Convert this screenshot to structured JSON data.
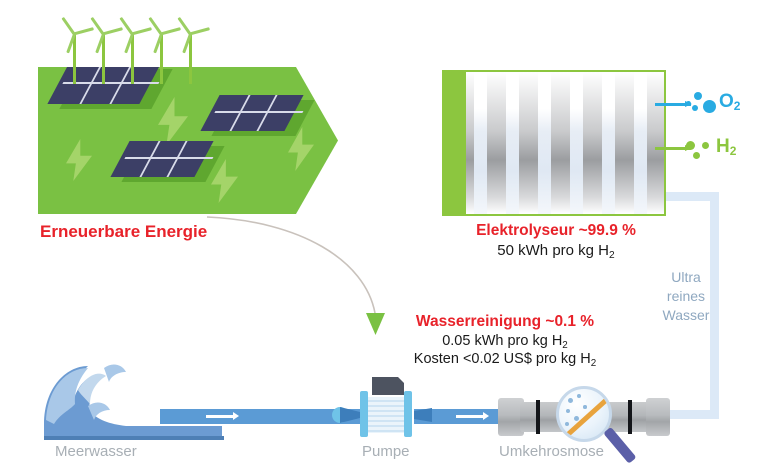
{
  "diagram": {
    "title_context": "Gruener Wasserstoff Prozesskette",
    "renewable": {
      "label": "Erneuerbare Energie",
      "color": "#E8222A",
      "panel_color": "#7AC143",
      "turbine_count": 5,
      "solar_panel_count": 3,
      "bolt_count": 4
    },
    "electrolyser": {
      "label_main": "Elektrolyseur ~99.9 %",
      "label_energy": "50 kWh pro kg H",
      "label_energy_sub": "2",
      "border_color": "#8CC63F",
      "membrane_count": 6
    },
    "gases": [
      {
        "name": "O",
        "sub": "2",
        "color": "#29ABE2",
        "arrow_color": "#29ABE2"
      },
      {
        "name": "H",
        "sub": "2",
        "color": "#8CC63F",
        "arrow_color": "#8CC63F"
      }
    ],
    "water_treatment": {
      "label_main": "Wasserreinigung ~0.1 %",
      "label_energy": "0.05 kWh pro kg H",
      "label_energy_sub": "2",
      "label_cost": "Kosten <0.02 US$ pro kg H",
      "label_cost_sub": "2",
      "accent_color": "#E8222A",
      "arrow_color": "#7AC143"
    },
    "ultrapure": {
      "line1": "Ultra",
      "line2": "reines",
      "line3": "Wasser",
      "color": "#8FA8C0",
      "pipe_color": "#DCE9F7"
    },
    "captions": {
      "seawater": "Meerwasser",
      "pump": "Pumpe",
      "reverse_osmosis": "Umkehrosmose",
      "color": "#A8AFB5"
    },
    "pipeline": {
      "color": "#5B9BD5",
      "flow_arrow_color": "#FFFFFF",
      "flow_arrow_count": 2
    }
  }
}
